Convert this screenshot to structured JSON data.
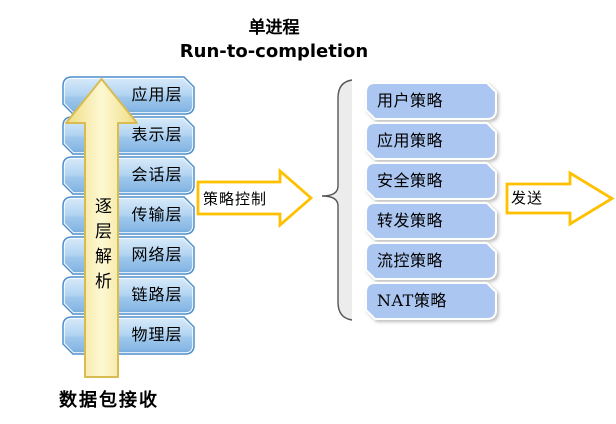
{
  "title": {
    "line1": "单进程",
    "line2": "Run-to-completion"
  },
  "left_stack": {
    "layers": [
      "应用层",
      "表示层",
      "会话层",
      "传输层",
      "网络层",
      "链路层",
      "物理层"
    ],
    "up_arrow_label": "逐层解析",
    "bottom_label": "数据包接收"
  },
  "middle": {
    "policy_control_label": "策略控制"
  },
  "right": {
    "policies": [
      "用户策略",
      "应用策略",
      "安全策略",
      "转发策略",
      "流控策略",
      "NAT策略"
    ],
    "send_label": "发送"
  },
  "colors": {
    "layer_box_border": "#4e8ecb",
    "layer_box_fill_top": "#d9ebfa",
    "layer_box_fill_bottom": "#7aacdd",
    "policy_box_fill": "#abc6f0",
    "up_arrow_fill": "#fbf2a8",
    "up_arrow_border": "#d8bc52",
    "flow_arrow_outline": "#ffc000",
    "brace_color": "#555555",
    "text_color": "#000000"
  }
}
